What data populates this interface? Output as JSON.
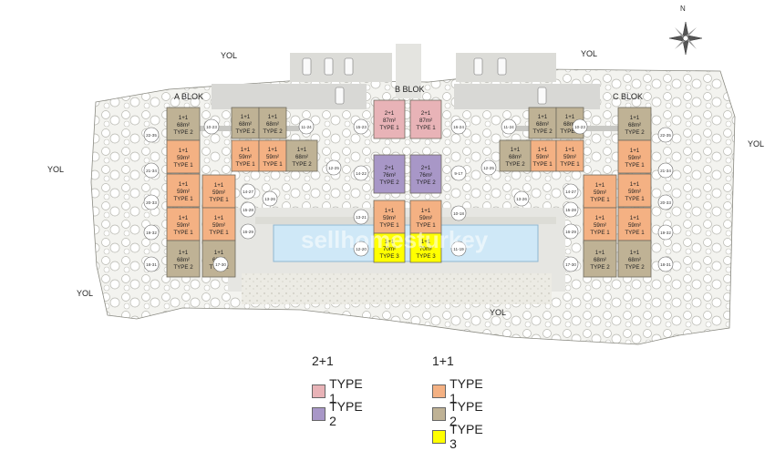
{
  "roads": [
    "YOL",
    "YOL",
    "YOL",
    "YOL",
    "YOL",
    "YOL"
  ],
  "blocks": {
    "a": "A BLOK",
    "b": "B BLOK",
    "c": "C BLOK"
  },
  "compass": {
    "north": "N",
    "icon": "compass-rose-icon"
  },
  "watermark": "sellhomesturkey",
  "colors": {
    "type1_2p1": "#e8b3b7",
    "type2_2p1": "#a897c7",
    "type1_1p1": "#f4b183",
    "type2_1p1": "#bfb295",
    "type3_1p1": "#ffff00",
    "landscape": "#f2f2ee",
    "pool": "#cfe8f7"
  },
  "units": [
    {
      "l1": "1+1",
      "l2": "68m²",
      "l3": "TYPE 2",
      "kind": "t2"
    },
    {
      "l1": "1+1",
      "l2": "59m²",
      "l3": "TYPE 1",
      "kind": "t1"
    },
    {
      "l1": "1+1",
      "l2": "59m²",
      "l3": "TYPE 1",
      "kind": "t1"
    },
    {
      "l1": "1+1",
      "l2": "59m²",
      "l3": "TYPE 1",
      "kind": "t1"
    },
    {
      "l1": "1+1",
      "l2": "68m²",
      "l3": "TYPE 2",
      "kind": "t2"
    },
    {
      "l1": "1+1",
      "l2": "68m²",
      "l3": "TYPE 2",
      "kind": "t2"
    },
    {
      "l1": "1+1",
      "l2": "68m²",
      "l3": "TYPE 2",
      "kind": "t2"
    },
    {
      "l1": "1+1",
      "l2": "59m²",
      "l3": "TYPE 1",
      "kind": "t1"
    },
    {
      "l1": "1+1",
      "l2": "59m²",
      "l3": "TYPE 1",
      "kind": "t1"
    },
    {
      "l1": "1+1",
      "l2": "68m²",
      "l3": "TYPE 2",
      "kind": "t2"
    },
    {
      "l1": "1+1",
      "l2": "59m²",
      "l3": "TYPE 1",
      "kind": "t1"
    },
    {
      "l1": "1+1",
      "l2": "59m²",
      "l3": "TYPE 1",
      "kind": "t1"
    },
    {
      "l1": "1+1",
      "l2": "68m²",
      "l3": "TYPE 2",
      "kind": "t2"
    },
    {
      "l1": "2+1",
      "l2": "87m²",
      "l3": "TYPE 1",
      "kind": "p1"
    },
    {
      "l1": "2+1",
      "l2": "87m²",
      "l3": "TYPE 1",
      "kind": "p1"
    },
    {
      "l1": "2+1",
      "l2": "76m²",
      "l3": "TYPE 2",
      "kind": "p2"
    },
    {
      "l1": "2+1",
      "l2": "76m²",
      "l3": "TYPE 2",
      "kind": "p2"
    },
    {
      "l1": "1+1",
      "l2": "59m²",
      "l3": "TYPE 1",
      "kind": "t1"
    },
    {
      "l1": "1+1",
      "l2": "59m²",
      "l3": "TYPE 1",
      "kind": "t1"
    },
    {
      "l1": "1+1",
      "l2": "70m²",
      "l3": "TYPE 3",
      "kind": "t3"
    },
    {
      "l1": "1+1",
      "l2": "70m²",
      "l3": "TYPE 3",
      "kind": "t3"
    },
    {
      "l1": "1+1",
      "l2": "68m²",
      "l3": "TYPE 2",
      "kind": "t2"
    },
    {
      "l1": "1+1",
      "l2": "68m²",
      "l3": "TYPE 2",
      "kind": "t2"
    },
    {
      "l1": "1+1",
      "l2": "59m²",
      "l3": "TYPE 1",
      "kind": "t1"
    },
    {
      "l1": "1+1",
      "l2": "59m²",
      "l3": "TYPE 1",
      "kind": "t1"
    },
    {
      "l1": "1+1",
      "l2": "68m²",
      "l3": "TYPE 2",
      "kind": "t2"
    },
    {
      "l1": "1+1",
      "l2": "59m²",
      "l3": "TYPE 1",
      "kind": "t1"
    },
    {
      "l1": "1+1",
      "l2": "59m²",
      "l3": "TYPE 1",
      "kind": "t1"
    },
    {
      "l1": "1+1",
      "l2": "68m²",
      "l3": "TYPE 2",
      "kind": "t2"
    },
    {
      "l1": "1+1",
      "l2": "68m²",
      "l3": "TYPE 2",
      "kind": "t2"
    },
    {
      "l1": "1+1",
      "l2": "59m²",
      "l3": "TYPE 1",
      "kind": "t1"
    },
    {
      "l1": "1+1",
      "l2": "59m²",
      "l3": "TYPE 1",
      "kind": "t1"
    },
    {
      "l1": "1+1",
      "l2": "59m²",
      "l3": "TYPE 1",
      "kind": "t1"
    },
    {
      "l1": "1+1",
      "l2": "68m²",
      "l3": "TYPE 2",
      "kind": "t2"
    }
  ],
  "unit_refs": [
    "10-23",
    "11-24",
    "22-35",
    "21-34",
    "20-33",
    "19-32",
    "18-31",
    "17-30",
    "12-25",
    "14-27",
    "15-28",
    "16-29",
    "13-26",
    "15-23",
    "16-24",
    "14-22",
    "9-17",
    "13-21",
    "10-18",
    "12-20",
    "11-19",
    "10-23",
    "11-24",
    "12-25",
    "13-26",
    "14-27",
    "15-28",
    "16-29",
    "17-30",
    "22-35",
    "21-34",
    "20-33",
    "19-32",
    "18-31"
  ],
  "legend": {
    "head_2p1": "2+1",
    "head_1p1": "1+1",
    "items_2p1": [
      {
        "label": "TYPE 1",
        "color": "#e8b3b7"
      },
      {
        "label": "TYPE 2",
        "color": "#a897c7"
      }
    ],
    "items_1p1": [
      {
        "label": "TYPE 1",
        "color": "#f4b183"
      },
      {
        "label": "TYPE 2",
        "color": "#bfb295"
      },
      {
        "label": "TYPE 3",
        "color": "#ffff00"
      }
    ]
  }
}
